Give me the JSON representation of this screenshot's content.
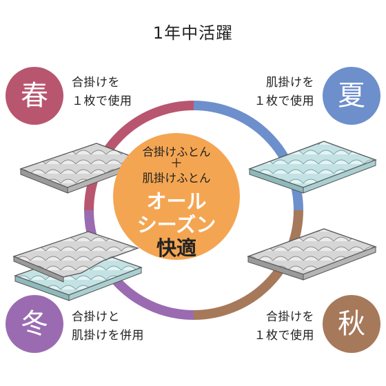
{
  "title": "1年中活躍",
  "colors": {
    "spring": "#b9566f",
    "summer": "#6d8fcc",
    "autumn": "#a6795b",
    "winter": "#9b6bb2",
    "center": "#f4a552",
    "futon_gray": "#d2d2d2",
    "futon_blue": "#bfe0e2"
  },
  "seasons": {
    "spring": {
      "label": "春",
      "line1": "合掛けを",
      "line2": "１枚で使用"
    },
    "summer": {
      "label": "夏",
      "line1": "肌掛けを",
      "line2": "１枚で使用"
    },
    "winter": {
      "label": "冬",
      "line1": "合掛けと",
      "line2": "肌掛けを併用"
    },
    "autumn": {
      "label": "秋",
      "line1": "合掛けを",
      "line2": "１枚で使用"
    }
  },
  "center": {
    "line1": "合掛けふとん",
    "plus": "＋",
    "line2": "肌掛けふとん",
    "big1": "オール",
    "big2": "シーズン",
    "big3": "快適"
  }
}
